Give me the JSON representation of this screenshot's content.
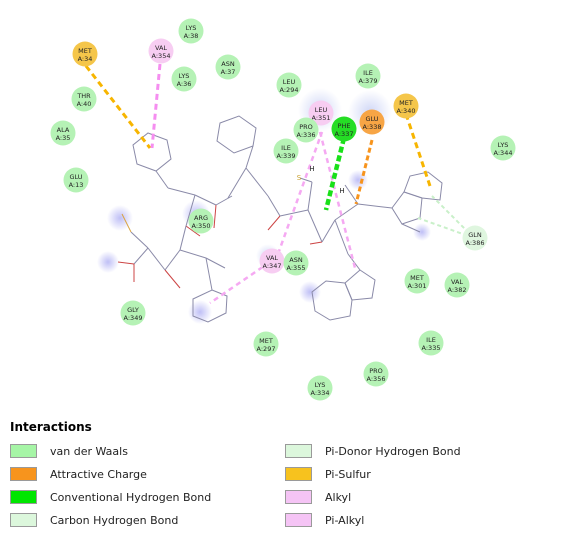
{
  "residues": [
    {
      "id": "MET34",
      "name": "MET",
      "chain": "A:34",
      "interaction": "pi-sulfur"
    },
    {
      "id": "VAL354",
      "name": "VAL",
      "chain": "A:354",
      "interaction": "alkyl"
    },
    {
      "id": "LYS38",
      "name": "LYS",
      "chain": "A:38",
      "interaction": "van-der-waals"
    },
    {
      "id": "ASN37",
      "name": "ASN",
      "chain": "A:37",
      "interaction": "van-der-waals"
    },
    {
      "id": "LYS36",
      "name": "LYS",
      "chain": "A:36",
      "interaction": "van-der-waals"
    },
    {
      "id": "THR40",
      "name": "THR",
      "chain": "A:40",
      "interaction": "van-der-waals"
    },
    {
      "id": "ALA35",
      "name": "ALA",
      "chain": "A:35",
      "interaction": "van-der-waals"
    },
    {
      "id": "GLU13",
      "name": "GLU",
      "chain": "A:13",
      "interaction": "van-der-waals"
    },
    {
      "id": "LEU294",
      "name": "LEU",
      "chain": "A:294",
      "interaction": "van-der-waals"
    },
    {
      "id": "ILE379",
      "name": "ILE",
      "chain": "A:379",
      "interaction": "van-der-waals"
    },
    {
      "id": "MET340",
      "name": "MET",
      "chain": "A:340",
      "interaction": "pi-sulfur"
    },
    {
      "id": "LEU351",
      "name": "LEU",
      "chain": "A:351",
      "interaction": "alkyl"
    },
    {
      "id": "PRO336",
      "name": "PRO",
      "chain": "A:336",
      "interaction": "van-der-waals"
    },
    {
      "id": "PHE337",
      "name": "PHE",
      "chain": "A:337",
      "interaction": "conventional-hydrogen-bond"
    },
    {
      "id": "GLU338",
      "name": "GLU",
      "chain": "A:338",
      "interaction": "attractive-charge"
    },
    {
      "id": "ILE339",
      "name": "ILE",
      "chain": "A:339",
      "interaction": "van-der-waals"
    },
    {
      "id": "LYS344",
      "name": "LYS",
      "chain": "A:344",
      "interaction": "van-der-waals"
    },
    {
      "id": "ARG350",
      "name": "ARG",
      "chain": "A:350",
      "interaction": "van-der-waals"
    },
    {
      "id": "GLN386",
      "name": "GLN",
      "chain": "A:386",
      "interaction": "pi-donor-hydrogen-bond"
    },
    {
      "id": "VAL347",
      "name": "VAL",
      "chain": "A:347",
      "interaction": "alkyl"
    },
    {
      "id": "ASN355",
      "name": "ASN",
      "chain": "A:355",
      "interaction": "van-der-waals"
    },
    {
      "id": "MET301",
      "name": "MET",
      "chain": "A:301",
      "interaction": "van-der-waals"
    },
    {
      "id": "VAL382",
      "name": "VAL",
      "chain": "A:382",
      "interaction": "van-der-waals"
    },
    {
      "id": "GLY349",
      "name": "GLY",
      "chain": "A:349",
      "interaction": "van-der-waals"
    },
    {
      "id": "MET297",
      "name": "MET",
      "chain": "A:297",
      "interaction": "van-der-waals"
    },
    {
      "id": "ILE335",
      "name": "ILE",
      "chain": "A:335",
      "interaction": "van-der-waals"
    },
    {
      "id": "PRO356",
      "name": "PRO",
      "chain": "A:356",
      "interaction": "van-der-waals"
    },
    {
      "id": "LYS334",
      "name": "LYS",
      "chain": "A:334",
      "interaction": "van-der-waals"
    }
  ],
  "atoms": {
    "h1": "H",
    "h2": "H",
    "s": "S"
  },
  "legend": {
    "title": "Interactions",
    "items": [
      {
        "label": "van der Waals",
        "color": "#a6f5a6"
      },
      {
        "label": "Attractive Charge",
        "color": "#f7941d"
      },
      {
        "label": "Conventional Hydrogen Bond",
        "color": "#00e600"
      },
      {
        "label": "Carbon Hydrogen Bond",
        "color": "#dcf7dc"
      },
      {
        "label": "Pi-Donor Hydrogen Bond",
        "color": "#dcf7dc"
      },
      {
        "label": "Pi-Sulfur",
        "color": "#f7c21e"
      },
      {
        "label": "Alkyl",
        "color": "#f5c4f5"
      },
      {
        "label": "Pi-Alkyl",
        "color": "#f5c4f5"
      }
    ]
  },
  "colors": {
    "van-der-waals": "#b5f2b5",
    "attractive-charge": "#f7a545",
    "conventional-hydrogen-bond": "#25dd25",
    "pi-donor-hydrogen-bond": "#dff6df",
    "pi-sulfur": "#f5c64a",
    "alkyl": "#f7cdf2"
  }
}
